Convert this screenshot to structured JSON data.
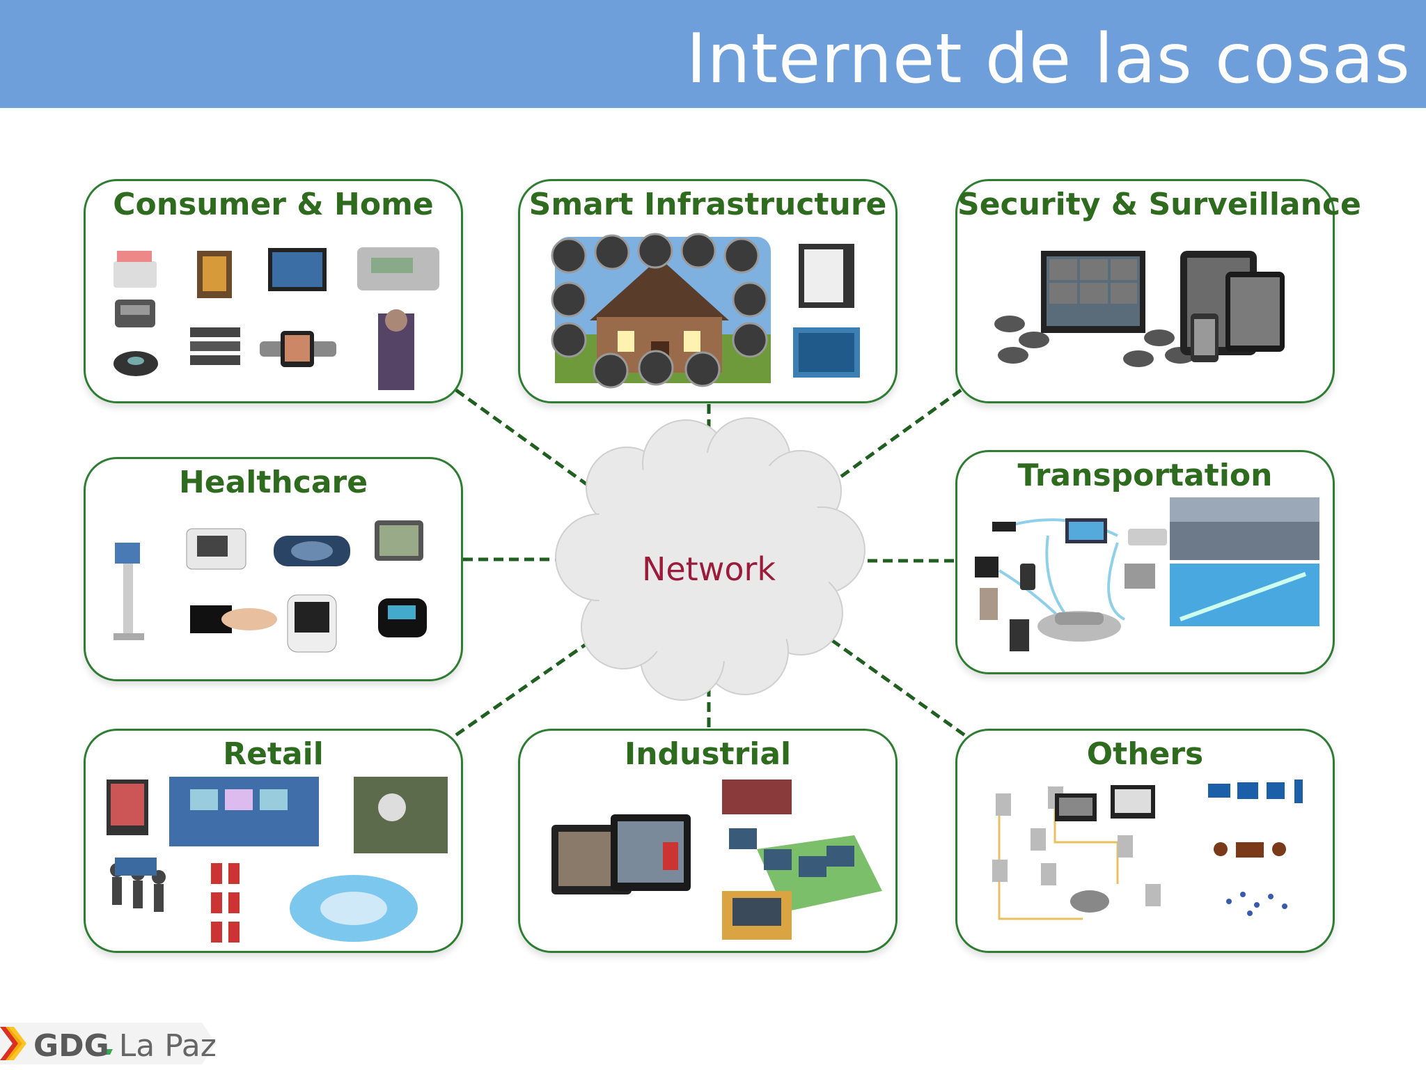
{
  "header": {
    "title": "Internet de las cosas"
  },
  "center": {
    "label": "Network"
  },
  "panels": [
    {
      "title": "Consumer & Home"
    },
    {
      "title": "Smart Infrastructure"
    },
    {
      "title": "Security & Surveillance"
    },
    {
      "title": "Healthcare"
    },
    {
      "title": "Transportation"
    },
    {
      "title": "Retail"
    },
    {
      "title": "Industrial"
    },
    {
      "title": "Others"
    }
  ],
  "footer": {
    "brand": "GDG",
    "city": "La Paz"
  },
  "colors": {
    "header": "#6f9fdb",
    "panel_border": "#2e7d32",
    "panel_title": "#2e6b1e",
    "network": "#9a1b3a",
    "links": "#1f5f1f"
  }
}
